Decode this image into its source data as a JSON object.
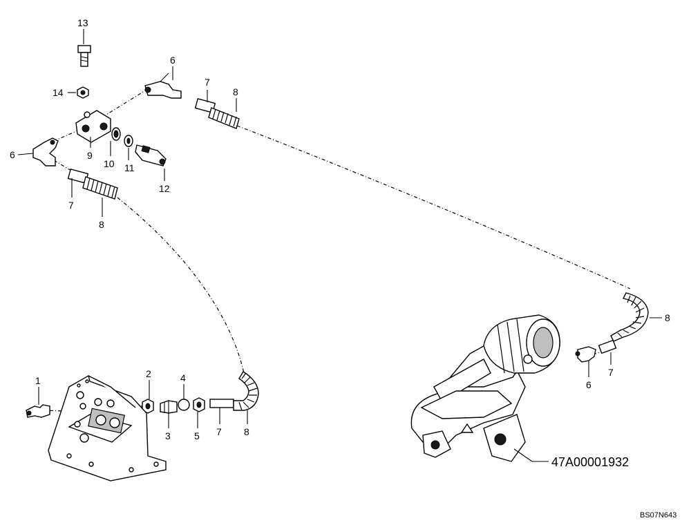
{
  "callouts": {
    "n1": "1",
    "n2": "2",
    "n3": "3",
    "n4": "4",
    "n5": "5",
    "n6a": "6",
    "n6b": "6",
    "n6c": "6",
    "n7a": "7",
    "n7b": "7",
    "n7c": "7",
    "n7d": "7",
    "n8a": "8",
    "n8b": "8",
    "n8c": "8",
    "n8d": "8",
    "n9": "9",
    "n10": "10",
    "n11": "11",
    "n12": "12",
    "n13": "13",
    "n14": "14"
  },
  "reference_assembly": "47A00001932",
  "drawing_code": "BS07N643"
}
